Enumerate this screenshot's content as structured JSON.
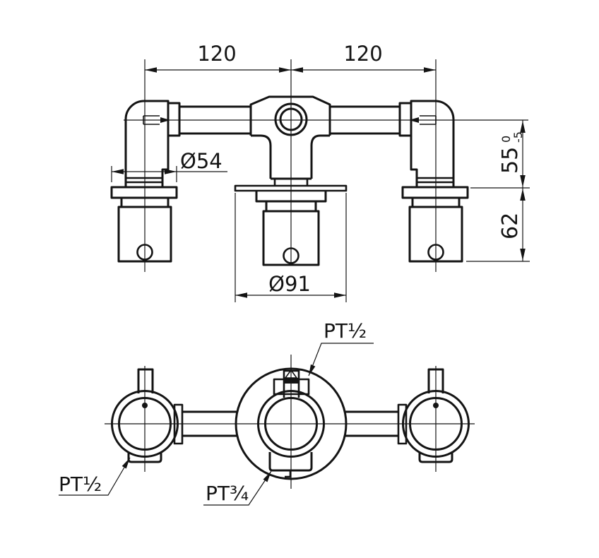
{
  "front_view": {
    "spacing_left": "120",
    "spacing_right": "120",
    "flange_diameter": "Ø54",
    "escutcheon_diameter": "Ø91",
    "wall_depth_value": "55",
    "wall_depth_tol_upper": "0",
    "wall_depth_tol_lower": "-5",
    "body_depth": "62"
  },
  "plan_view": {
    "thread_top": "PT½",
    "thread_left": "PT½",
    "thread_bottom": "PT¾"
  },
  "colors": {
    "line": "#141414",
    "background": "#ffffff"
  }
}
